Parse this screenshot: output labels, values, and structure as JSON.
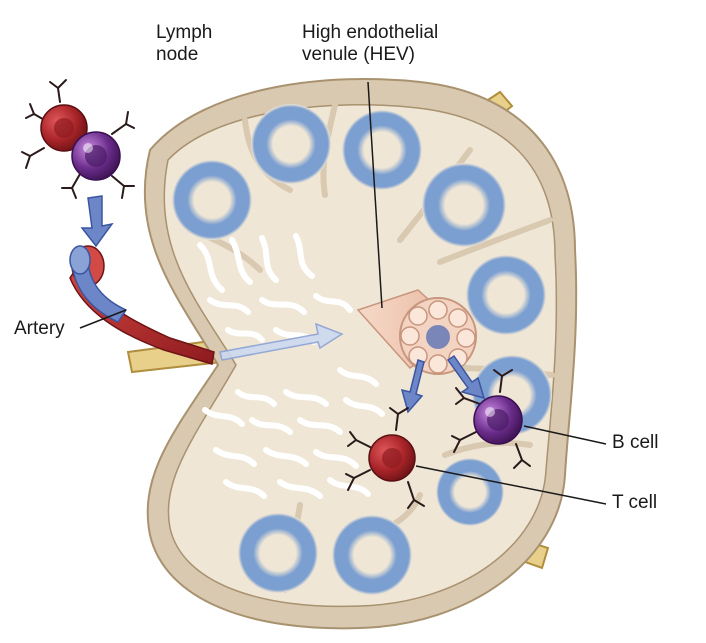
{
  "labels": {
    "lymph_node_line1": "Lymph",
    "lymph_node_line2": "node",
    "hev_line1": "High endothelial",
    "hev_line2": "venule (HEV)",
    "artery": "Artery",
    "b_cell": "B cell",
    "t_cell": "T cell"
  },
  "colors": {
    "capsule": "#d9c9b0",
    "node_interior": "#efe6d6",
    "follicle": "#7b9fd0",
    "t_cell": "#a82428",
    "b_cell": "#6a2c8a",
    "artery": "#b3262a",
    "vein": "#6d86c8",
    "arrow": "#6d86c8",
    "hev": "#f1c9b6"
  }
}
